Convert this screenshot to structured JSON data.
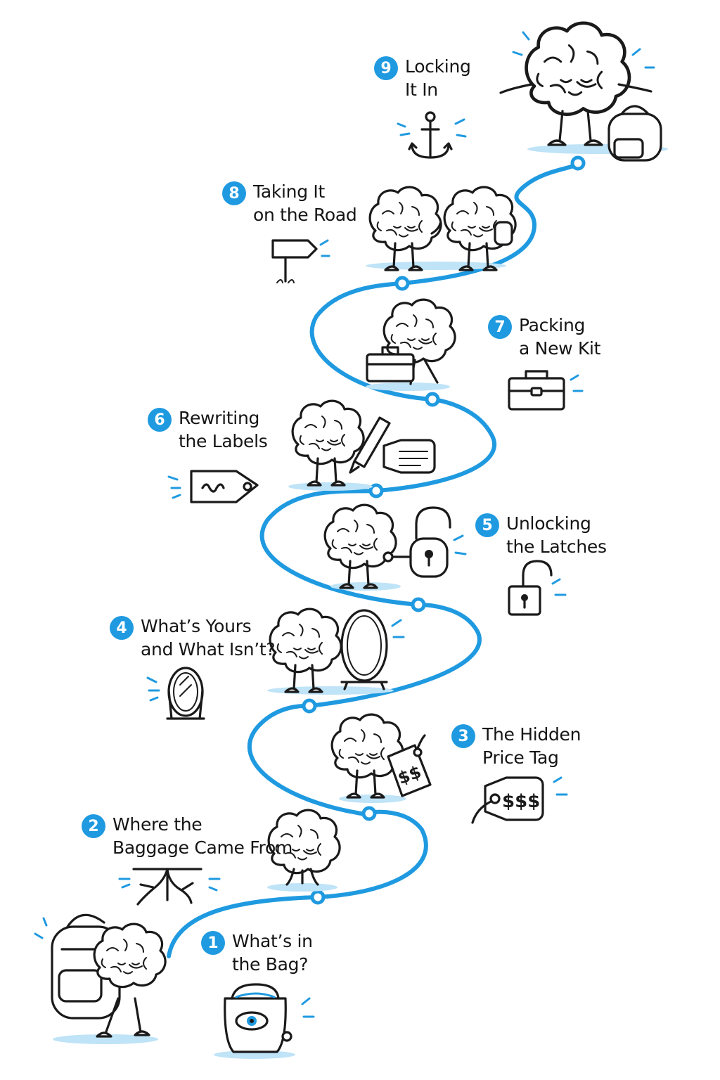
{
  "steps": [
    {
      "number": "1",
      "line1": "What’s in",
      "line2": "the Bag?"
    },
    {
      "number": "2",
      "line1": "Where the",
      "line2": "Baggage Came From"
    },
    {
      "number": "3",
      "line1": "The Hidden",
      "line2": "Price Tag"
    },
    {
      "number": "4",
      "line1": "What’s Yours",
      "line2": "and What Isn’t?"
    },
    {
      "number": "5",
      "line1": "Unlocking",
      "line2": "the Latches"
    },
    {
      "number": "6",
      "line1": "Rewriting",
      "line2": "the Labels"
    },
    {
      "number": "7",
      "line1": "Packing",
      "line2": "a New Kit"
    },
    {
      "number": "8",
      "line1": "Taking It",
      "line2": "on the Road"
    },
    {
      "number": "9",
      "line1": "Locking",
      "line2": "It In"
    }
  ],
  "icons": {
    "step1": "bag-with-eye-icon",
    "step2": "roots-icon",
    "step3": "price-tag-icon",
    "step4": "mirror-icon",
    "step5": "open-padlock-icon",
    "step6": "label-tag-icon",
    "step7": "toolbox-icon",
    "step8": "signpost-icon",
    "step9": "anchor-icon"
  },
  "price_tag_text": "$$$",
  "colors": {
    "accent": "#1f9ae0",
    "ink": "#1a1a1a",
    "shadow": "#bfe3f7"
  }
}
